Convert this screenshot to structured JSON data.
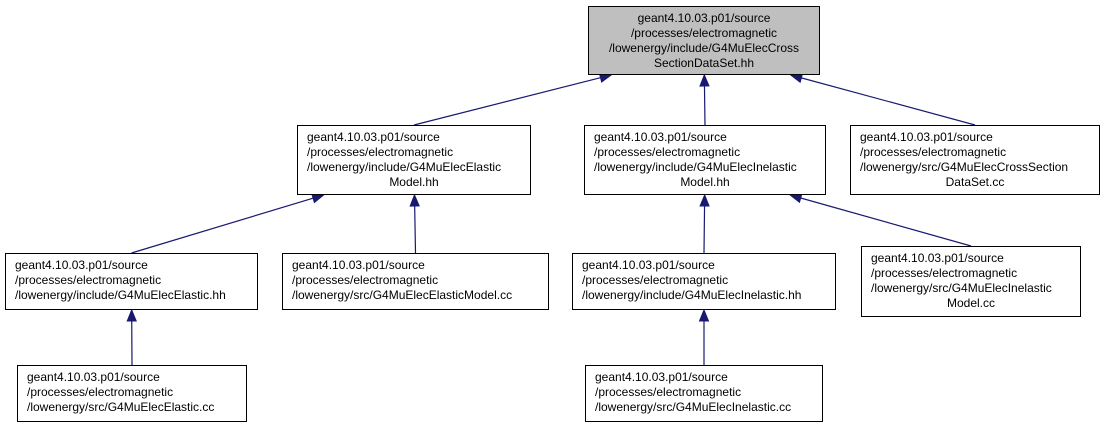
{
  "colors": {
    "edge": "#191970",
    "root_fill": "#bfbfbf",
    "node_fill": "#ffffff",
    "border": "#000000"
  },
  "nodes": [
    {
      "id": "root",
      "lines": [
        "geant4.10.03.p01/source",
        "/processes/electromagnetic",
        "/lowenergy/include/G4MuElecCross",
        "SectionDataSet.hh"
      ],
      "align": "center",
      "highlighted": true
    },
    {
      "id": "elastic-model-hh",
      "lines": [
        "geant4.10.03.p01/source",
        "/processes/electromagnetic",
        "/lowenergy/include/G4MuElecElastic",
        "Model.hh"
      ],
      "align": "left"
    },
    {
      "id": "inelastic-model-hh",
      "lines": [
        "geant4.10.03.p01/source",
        "/processes/electromagnetic",
        "/lowenergy/include/G4MuElecInelastic",
        "Model.hh"
      ],
      "align": "left"
    },
    {
      "id": "cross-section-cc",
      "lines": [
        "geant4.10.03.p01/source",
        "/processes/electromagnetic",
        "/lowenergy/src/G4MuElecCrossSection",
        "DataSet.cc"
      ],
      "align": "left"
    },
    {
      "id": "elastic-hh",
      "lines": [
        "geant4.10.03.p01/source",
        "/processes/electromagnetic",
        "/lowenergy/include/G4MuElecElastic.hh"
      ],
      "align": "left"
    },
    {
      "id": "elastic-model-cc",
      "lines": [
        "geant4.10.03.p01/source",
        "/processes/electromagnetic",
        "/lowenergy/src/G4MuElecElasticModel.cc"
      ],
      "align": "left"
    },
    {
      "id": "inelastic-hh",
      "lines": [
        "geant4.10.03.p01/source",
        "/processes/electromagnetic",
        "/lowenergy/include/G4MuElecInelastic.hh"
      ],
      "align": "left"
    },
    {
      "id": "inelastic-model-cc",
      "lines": [
        "geant4.10.03.p01/source",
        "/processes/electromagnetic",
        "/lowenergy/src/G4MuElecInelastic",
        "Model.cc"
      ],
      "align": "left"
    },
    {
      "id": "elastic-cc",
      "lines": [
        "geant4.10.03.p01/source",
        "/processes/electromagnetic",
        "/lowenergy/src/G4MuElecElastic.cc"
      ],
      "align": "left"
    },
    {
      "id": "inelastic-cc",
      "lines": [
        "geant4.10.03.p01/source",
        "/processes/electromagnetic",
        "/lowenergy/src/G4MuElecInelastic.cc"
      ],
      "align": "left"
    }
  ],
  "edges": [
    {
      "from": "elastic-model-hh",
      "to": "root"
    },
    {
      "from": "inelastic-model-hh",
      "to": "root"
    },
    {
      "from": "cross-section-cc",
      "to": "root"
    },
    {
      "from": "elastic-hh",
      "to": "elastic-model-hh"
    },
    {
      "from": "elastic-model-cc",
      "to": "elastic-model-hh"
    },
    {
      "from": "inelastic-hh",
      "to": "inelastic-model-hh"
    },
    {
      "from": "inelastic-model-cc",
      "to": "inelastic-model-hh"
    },
    {
      "from": "elastic-cc",
      "to": "elastic-hh"
    },
    {
      "from": "inelastic-cc",
      "to": "inelastic-hh"
    }
  ]
}
